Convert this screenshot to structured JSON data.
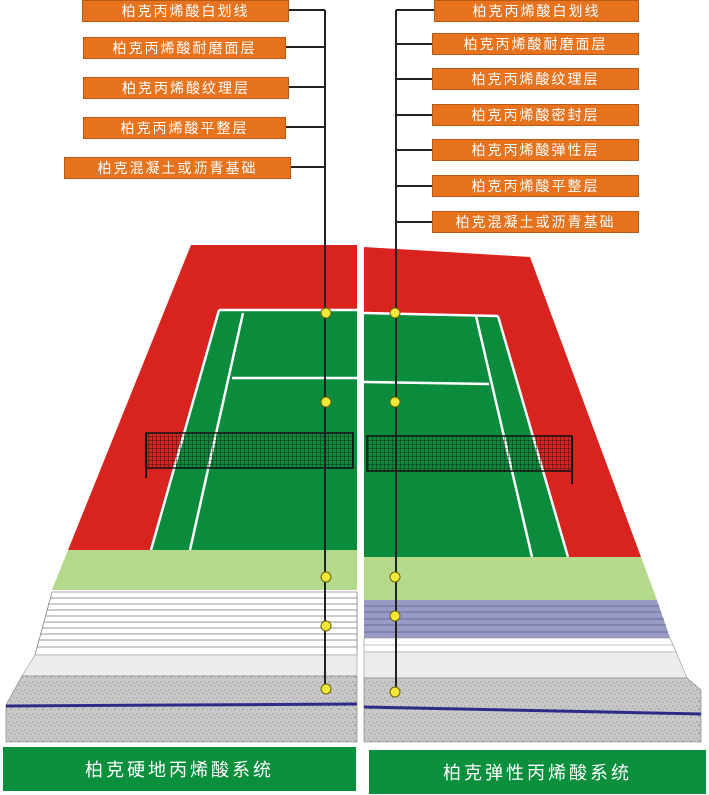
{
  "left_labels": [
    "柏克丙烯酸白划线",
    "柏克丙烯酸耐磨面层",
    "柏克丙烯酸纹理层",
    "柏克丙烯酸平整层",
    "柏克混凝土或沥青基础"
  ],
  "right_labels": [
    "柏克丙烯酸白划线",
    "柏克丙烯酸耐磨面层",
    "柏克丙烯酸纹理层",
    "柏克丙烯酸密封层",
    "柏克丙烯酸弹性层",
    "柏克丙烯酸平整层",
    "柏克混凝土或沥青基础"
  ],
  "left_system": "柏克硬地丙烯酸系统",
  "right_system": "柏克弹性丙烯酸系统",
  "colors": {
    "label_bg": "#e8731f",
    "court_red": "#d9231f",
    "court_green": "#0a8c3c",
    "texture_green": "#b5d98a",
    "seal_purple": "#9a9ac6",
    "banner_green": "#0a8f3d",
    "marker_yellow": "#f4e93a"
  }
}
